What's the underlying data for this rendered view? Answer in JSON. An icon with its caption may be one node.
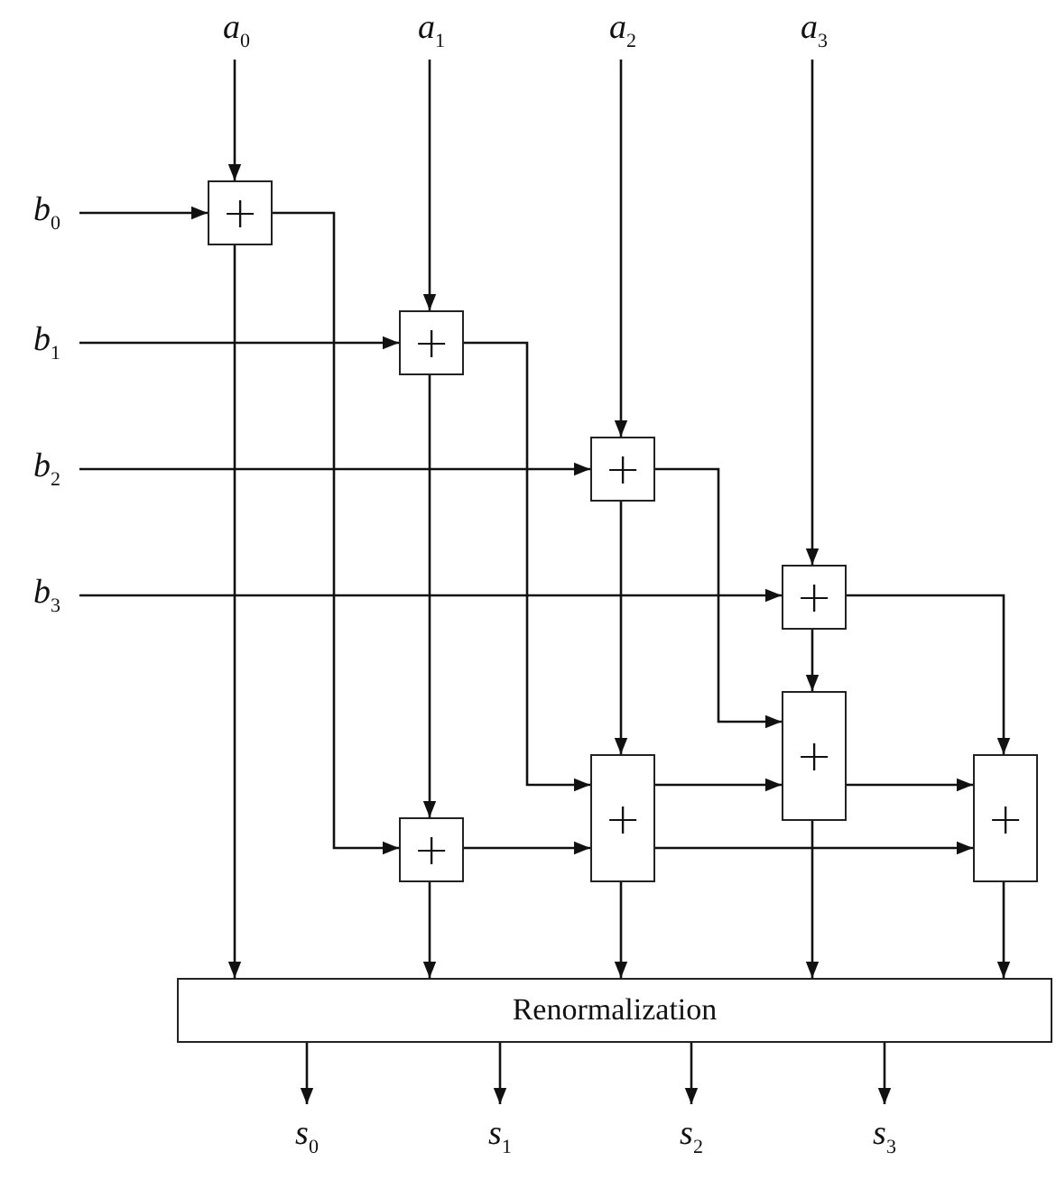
{
  "diagram": {
    "nodes": [
      {
        "text": [
          "a$_{0}$"
        ]
      },
      {
        "text": [
          "a$_{1}$"
        ]
      },
      {
        "text": [
          "a$_{2}$"
        ]
      },
      {
        "text": [
          "a$_{3}$"
        ]
      },
      {
        "text": [
          "b$_{0}$"
        ]
      },
      {
        "text": [
          "b$_{1}$"
        ]
      },
      {
        "text": [
          "b$_{2}$"
        ]
      },
      {
        "text": [
          "b$_{3}$"
        ]
      },
      {
        "text": [
          "+"
        ]
      },
      {
        "text": [
          "+"
        ]
      },
      {
        "text": [
          "+"
        ]
      },
      {
        "text": [
          "+"
        ]
      },
      {
        "text": [
          "+"
        ]
      },
      {
        "text": [
          "+"
        ]
      },
      {
        "text": [
          "+"
        ]
      },
      {
        "text": [
          "+"
        ]
      },
      {
        "text": [
          "Renormalization"
        ]
      },
      {
        "text": [
          "s$_{0}$"
        ]
      },
      {
        "text": [
          "s$_{1}$"
        ]
      },
      {
        "text": [
          "s$_{2}$"
        ]
      },
      {
        "text": [
          "s$_{3}$"
        ]
      }
    ],
    "edges": [
      {
        "from": 0,
        "to": 8,
        "arrow": "to"
      },
      {
        "from": 4,
        "to": 8,
        "arrow": "to"
      },
      {
        "from": 1,
        "to": 9,
        "arrow": "to"
      },
      {
        "from": 5,
        "to": 9,
        "arrow": "to"
      },
      {
        "from": 2,
        "to": 10,
        "arrow": "to"
      },
      {
        "from": 6,
        "to": 10,
        "arrow": "to"
      },
      {
        "from": 3,
        "to": 11,
        "arrow": "to"
      },
      {
        "from": 7,
        "to": 11,
        "arrow": "to"
      },
      {
        "from": 8,
        "to": 13,
        "arrow": "to"
      },
      {
        "from": 8,
        "to": 16,
        "arrow": "to"
      },
      {
        "from": 9,
        "to": 14,
        "arrow": "to"
      },
      {
        "from": 9,
        "to": 13,
        "arrow": "to"
      },
      {
        "from": 10,
        "to": 12,
        "arrow": "to"
      },
      {
        "from": 10,
        "to": 14,
        "arrow": "to"
      },
      {
        "from": 11,
        "to": 15,
        "arrow": "to"
      },
      {
        "from": 11,
        "to": 12,
        "arrow": "to"
      },
      {
        "from": 13,
        "to": 14,
        "arrow": "to"
      },
      {
        "from": 13,
        "to": 16,
        "arrow": "to"
      },
      {
        "from": 14,
        "to": 12,
        "arrow": "to"
      },
      {
        "from": 14,
        "to": 15,
        "arrow": "to"
      },
      {
        "from": 14,
        "to": 16,
        "arrow": "to"
      },
      {
        "from": 12,
        "to": 15,
        "arrow": "to"
      },
      {
        "from": 12,
        "to": 16,
        "arrow": "to"
      },
      {
        "from": 15,
        "to": 16,
        "arrow": "to"
      },
      {
        "from": 16,
        "to": 17,
        "arrow": "to"
      },
      {
        "from": 16,
        "to": 18,
        "arrow": "to"
      },
      {
        "from": 16,
        "to": 19,
        "arrow": "to"
      },
      {
        "from": 16,
        "to": 20,
        "arrow": "to"
      }
    ]
  }
}
